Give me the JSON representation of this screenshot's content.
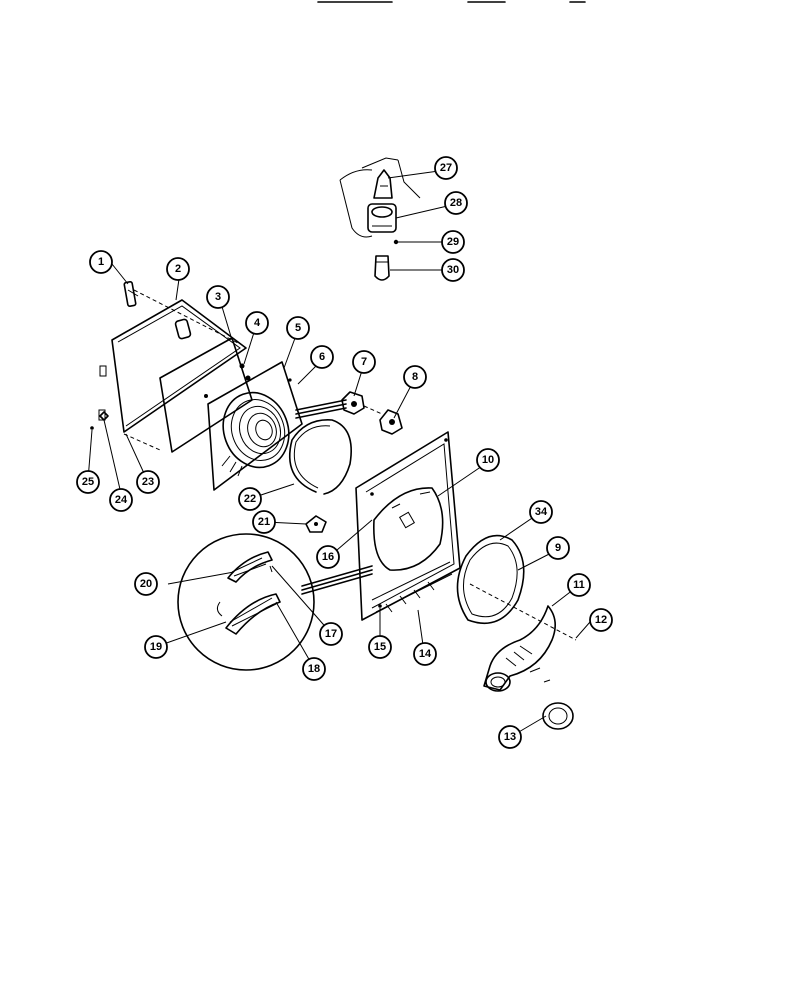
{
  "callouts": [
    {
      "label": "1"
    },
    {
      "label": "2"
    },
    {
      "label": "3"
    },
    {
      "label": "4"
    },
    {
      "label": "5"
    },
    {
      "label": "6"
    },
    {
      "label": "7"
    },
    {
      "label": "8"
    },
    {
      "label": "9"
    },
    {
      "label": "10"
    },
    {
      "label": "11"
    },
    {
      "label": "12"
    },
    {
      "label": "13"
    },
    {
      "label": "14"
    },
    {
      "label": "15"
    },
    {
      "label": "16"
    },
    {
      "label": "17"
    },
    {
      "label": "18"
    },
    {
      "label": "19"
    },
    {
      "label": "20"
    },
    {
      "label": "21"
    },
    {
      "label": "22"
    },
    {
      "label": "23"
    },
    {
      "label": "24"
    },
    {
      "label": "25"
    },
    {
      "label": "27"
    },
    {
      "label": "28"
    },
    {
      "label": "29"
    },
    {
      "label": "30"
    },
    {
      "label": "34"
    }
  ]
}
